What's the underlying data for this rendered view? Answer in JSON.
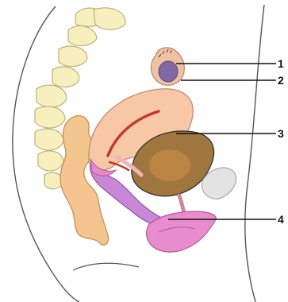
{
  "colors": {
    "bone": "#f8efbf",
    "bone_stroke": "#bfb27a",
    "bowel": "#f4c58f",
    "bowel_stroke": "#c8915a",
    "uterus": "#f7c7a6",
    "cavity": "#c0392b",
    "bladder": "#a0763f",
    "vagina": "#c987d8",
    "vulva": "#e98ccd",
    "ovary": "#7f6aa6",
    "tube": "#f0c2a4",
    "pubic": "#e3e3e3",
    "outline": "#555555"
  },
  "callouts": [
    {
      "number": "1"
    },
    {
      "number": "2"
    },
    {
      "number": "3"
    },
    {
      "number": "4"
    }
  ]
}
